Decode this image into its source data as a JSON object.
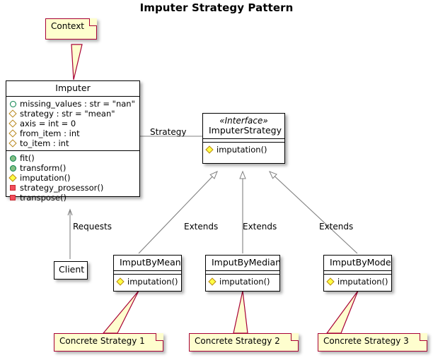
{
  "title": "Imputer Strategy Pattern",
  "colors": {
    "note_fill": "#FEFECE",
    "note_border": "#A80036",
    "class_fill": "#FFFFFF",
    "class_border": "#000000",
    "line": "#808080",
    "public_marker": "#84BE84",
    "protected_marker": "#FFFF44",
    "private_marker": "#F24D5C"
  },
  "notes": {
    "context": "Context",
    "concrete1": "Concrete Strategy 1",
    "concrete2": "Concrete Strategy 2",
    "concrete3": "Concrete Strategy 3"
  },
  "classes": {
    "imputer": {
      "name": "Imputer",
      "attributes": [
        {
          "visibility": "public-open",
          "text": "missing_values : str = \"nan\""
        },
        {
          "visibility": "protected-open",
          "text": "strategy : str = \"mean\""
        },
        {
          "visibility": "protected-open",
          "text": "axis = int = 0"
        },
        {
          "visibility": "protected-open",
          "text": "from_item : int"
        },
        {
          "visibility": "protected-open",
          "text": "to_item : int"
        }
      ],
      "methods": [
        {
          "visibility": "public",
          "text": "fit()"
        },
        {
          "visibility": "public",
          "text": "transform()"
        },
        {
          "visibility": "protected",
          "text": "imputation()"
        },
        {
          "visibility": "private",
          "text": "strategy_prosessor()"
        },
        {
          "visibility": "private",
          "text": "transpose()"
        }
      ]
    },
    "imputer_strategy": {
      "stereotype": "«Interface»",
      "name": "ImputerStrategy",
      "attributes": [],
      "methods": [
        {
          "visibility": "protected",
          "text": "imputation()"
        }
      ]
    },
    "client": {
      "name": "Client"
    },
    "imput_by_mean": {
      "name": "ImputByMean",
      "methods": [
        {
          "visibility": "protected",
          "text": "imputation()"
        }
      ]
    },
    "imput_by_median": {
      "name": "ImputByMedian",
      "methods": [
        {
          "visibility": "protected",
          "text": "imputation()"
        }
      ]
    },
    "imput_by_mode": {
      "name": "ImputByMode",
      "methods": [
        {
          "visibility": "protected",
          "text": "imputation()"
        }
      ]
    }
  },
  "edges": {
    "strategy": "Strategy",
    "requests": "Requests",
    "extends_mean": "Extends",
    "extends_median": "Extends",
    "extends_mode": "Extends"
  }
}
